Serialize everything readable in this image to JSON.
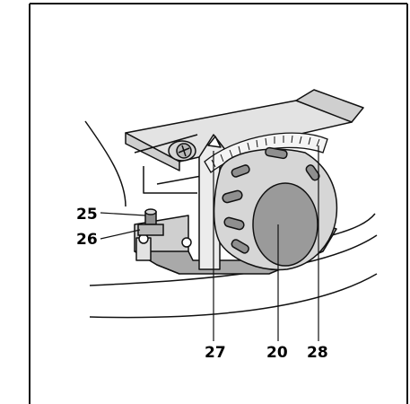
{
  "figure": {
    "callouts": {
      "c25": "25",
      "c26": "26",
      "c27": "27",
      "c20": "20",
      "c28": "28"
    },
    "colors": {
      "line": "#111111",
      "knob_dark": "#8f8f8f",
      "knob_mid": "#b8b8b8",
      "knob_light": "#d6d6d6",
      "bracket": "#a9a9a9",
      "plate": "#cfcfcf",
      "metal": "#e3e3e3"
    },
    "icons": [
      "knob-icon",
      "scale-icon",
      "screw-icon",
      "bracket-icon"
    ]
  }
}
